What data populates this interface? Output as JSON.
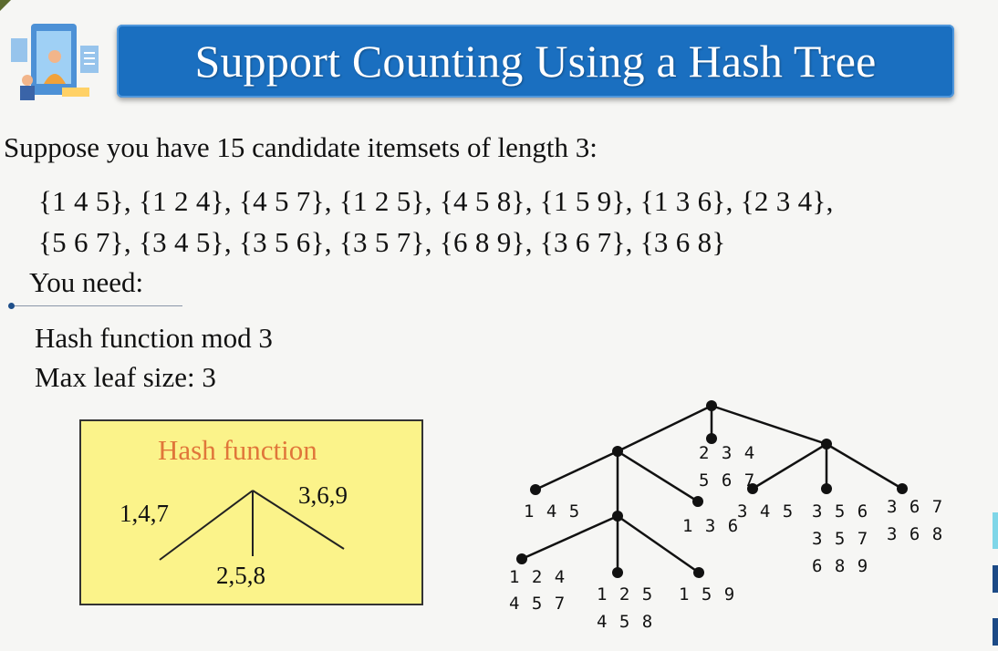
{
  "title": "Support Counting Using a Hash Tree",
  "intro": "Suppose you have 15 candidate itemsets of length 3:",
  "itemsets_line1": "{1 4 5}, {1 2 4}, {4 5 7}, {1 2 5}, {4 5 8}, {1 5 9}, {1 3 6}, {2 3 4},",
  "itemsets_line2": "{5 6 7}, {3 4 5}, {3 5 6}, {3 5 7}, {6 8 9}, {3 6 7}, {3 6 8}",
  "you_need": "You need:",
  "hash_function_line": "Hash function  mod 3",
  "max_leaf_line": "Max leaf size: 3",
  "hash_box": {
    "title": "Hash function",
    "left_branch": "1,4,7",
    "middle_branch": "2,5,8",
    "right_branch": "3,6,9"
  },
  "tree_leaves": {
    "root_middle_leaf": [
      "2 3 4",
      "5 6 7"
    ],
    "leaf_145": [
      "1 4 5"
    ],
    "leaf_136": [
      "1 3 6"
    ],
    "leaf_124": [
      "1 2 4",
      "4 5 7"
    ],
    "leaf_125": [
      "1 2 5",
      "4 5 8"
    ],
    "leaf_159": [
      "1 5 9"
    ],
    "leaf_345": [
      "3 4 5"
    ],
    "leaf_356": [
      "3 5 6",
      "3 5 7",
      "6 8 9"
    ],
    "leaf_367": [
      "3 6 7",
      "3 6 8"
    ]
  },
  "colors": {
    "banner": "#1a6fc0",
    "hash_box_fill": "#fbf38a",
    "hash_box_title": "#e0763a"
  },
  "icons": [
    "presentation-logo-icon"
  ]
}
